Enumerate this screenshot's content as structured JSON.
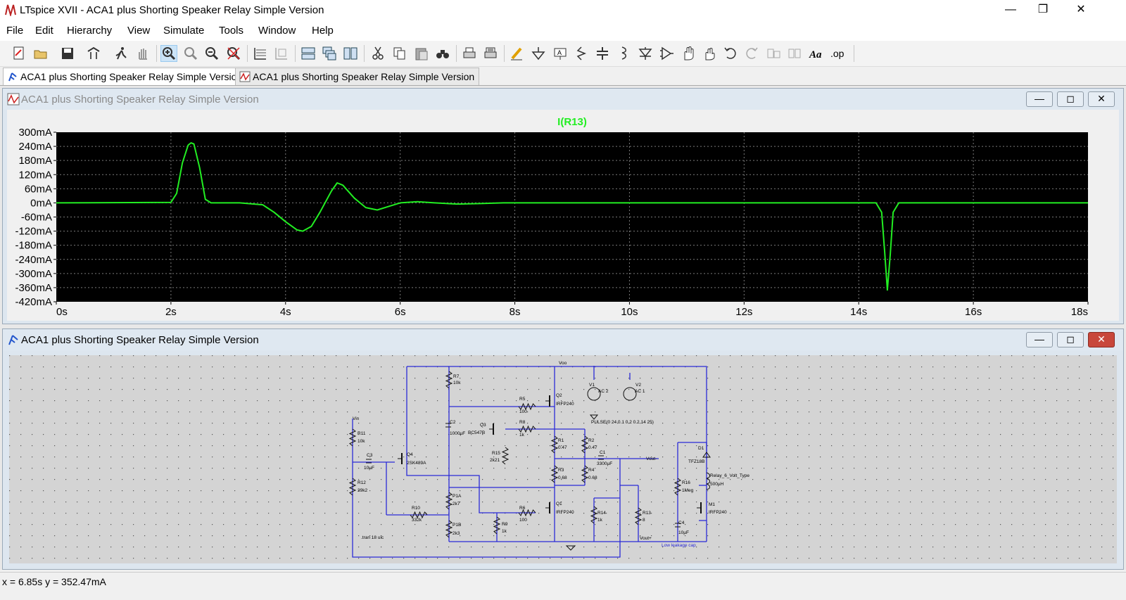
{
  "window": {
    "title": "LTspice XVII - ACA1 plus Shorting Speaker Relay Simple Version"
  },
  "menu": [
    "File",
    "Edit",
    "Hierarchy",
    "View",
    "Simulate",
    "Tools",
    "Window",
    "Help"
  ],
  "toolbar": {
    "icons": [
      "new-schematic-icon",
      "open-icon",
      "save-icon",
      "control-panel-icon",
      "run-icon",
      "halt-icon",
      "zoom-area-icon",
      "pan-icon",
      "zoom-in-icon",
      "zoom-out-icon",
      "zoom-fit-icon",
      "autorange-icon",
      "delete-trace-icon",
      "tile-horizontal-icon",
      "cascade-icon",
      "tile-vertical-icon",
      "cut-icon",
      "copy-icon",
      "paste-icon",
      "find-icon",
      "print-icon",
      "print-preview-icon",
      "draw-wire-icon",
      "ground-icon",
      "label-net-icon",
      "resistor-icon",
      "capacitor-icon",
      "inductor-icon",
      "diode-icon",
      "component-icon",
      "move-icon",
      "drag-icon",
      "undo-icon",
      "redo-icon",
      "rotate-icon",
      "mirror-icon",
      "text-icon",
      "spice-directive-icon"
    ],
    "spice_directive_label": ".op",
    "text_label": "Aa"
  },
  "tabs": [
    {
      "label": "ACA1 plus Shorting Speaker Relay Simple Version",
      "icon": "schematic-icon"
    },
    {
      "label": "ACA1 plus Shorting Speaker Relay Simple Version",
      "icon": "waveform-icon"
    }
  ],
  "plot_window": {
    "title": "ACA1 plus Shorting Speaker Relay Simple Version"
  },
  "schematic_window": {
    "title": "ACA1 plus Shorting Speaker Relay Simple Version"
  },
  "colors": {
    "trace": "#22ee22",
    "plot_bg": "#000000",
    "wire": "#2b2bd6",
    "grid": "#7a7a7a"
  },
  "chart_data": {
    "type": "line",
    "title": "I(R13)",
    "xlabel": "",
    "ylabel": "",
    "xlim": [
      0,
      18
    ],
    "ylim": [
      -420,
      300
    ],
    "x_ticks": [
      "0s",
      "2s",
      "4s",
      "6s",
      "8s",
      "10s",
      "12s",
      "14s",
      "16s",
      "18s"
    ],
    "y_ticks": [
      "300mA",
      "240mA",
      "180mA",
      "120mA",
      "60mA",
      "0mA",
      "-60mA",
      "-120mA",
      "-180mA",
      "-240mA",
      "-300mA",
      "-360mA",
      "-420mA"
    ],
    "grid": true,
    "series": [
      {
        "name": "I(R13)",
        "color": "#22ee22",
        "x": [
          0,
          2.0,
          2.1,
          2.2,
          2.3,
          2.35,
          2.4,
          2.5,
          2.6,
          2.7,
          2.9,
          3.2,
          3.6,
          3.8,
          4.0,
          4.2,
          4.3,
          4.45,
          4.6,
          4.8,
          4.9,
          5.0,
          5.2,
          5.4,
          5.6,
          5.8,
          6.0,
          6.3,
          6.6,
          7.0,
          7.4,
          7.8,
          8.0,
          10,
          12,
          14.3,
          14.4,
          14.45,
          14.5,
          14.55,
          14.6,
          14.7,
          18
        ],
        "y": [
          0,
          2,
          40,
          170,
          245,
          255,
          250,
          150,
          15,
          0,
          0,
          0,
          -8,
          -40,
          -80,
          -115,
          -120,
          -100,
          -40,
          50,
          85,
          75,
          20,
          -20,
          -30,
          -15,
          0,
          5,
          0,
          -5,
          -3,
          0,
          0,
          0,
          0,
          0,
          -40,
          -200,
          -370,
          -220,
          -40,
          0,
          0
        ]
      }
    ]
  },
  "schematic": {
    "labels": [
      "Voo",
      "Vin",
      "V1",
      "AC 2",
      "V2",
      "AC 1",
      "PULSE(0 24 0.1 0.2 0.2 14 25)",
      "R7",
      "10k",
      "R5",
      "100",
      "Q2",
      "IRFP240",
      "C2",
      "1000µF",
      "Q3",
      "BC547B",
      "R8",
      "1k",
      "R1",
      "0.47",
      "R2",
      "0.47",
      "C1",
      "3300µF",
      "Vout-",
      "R11",
      "10k",
      "C3",
      "10µF",
      "Q4",
      "2SK489A",
      "R15",
      "2k21",
      "R3",
      "0.68",
      "R4",
      "0.68",
      "R12",
      "39k2",
      "P1A",
      "2k7",
      "R10",
      "332k",
      "R6",
      "100",
      "Q1",
      "IRFP240",
      "R14",
      "1k",
      "R13",
      "8",
      "R9",
      "1k",
      "P1B",
      "2k3",
      ".tran 18 uic",
      "Vout+",
      "D1",
      "TFZ18B",
      "Relay_6_Volt_Type",
      "500µH",
      "R16",
      "1Meg",
      "M1",
      "IRFP240",
      "C4",
      "10µF",
      "Low leakage cap"
    ]
  },
  "status": {
    "text": "x = 6.85s    y = 352.47mA"
  }
}
